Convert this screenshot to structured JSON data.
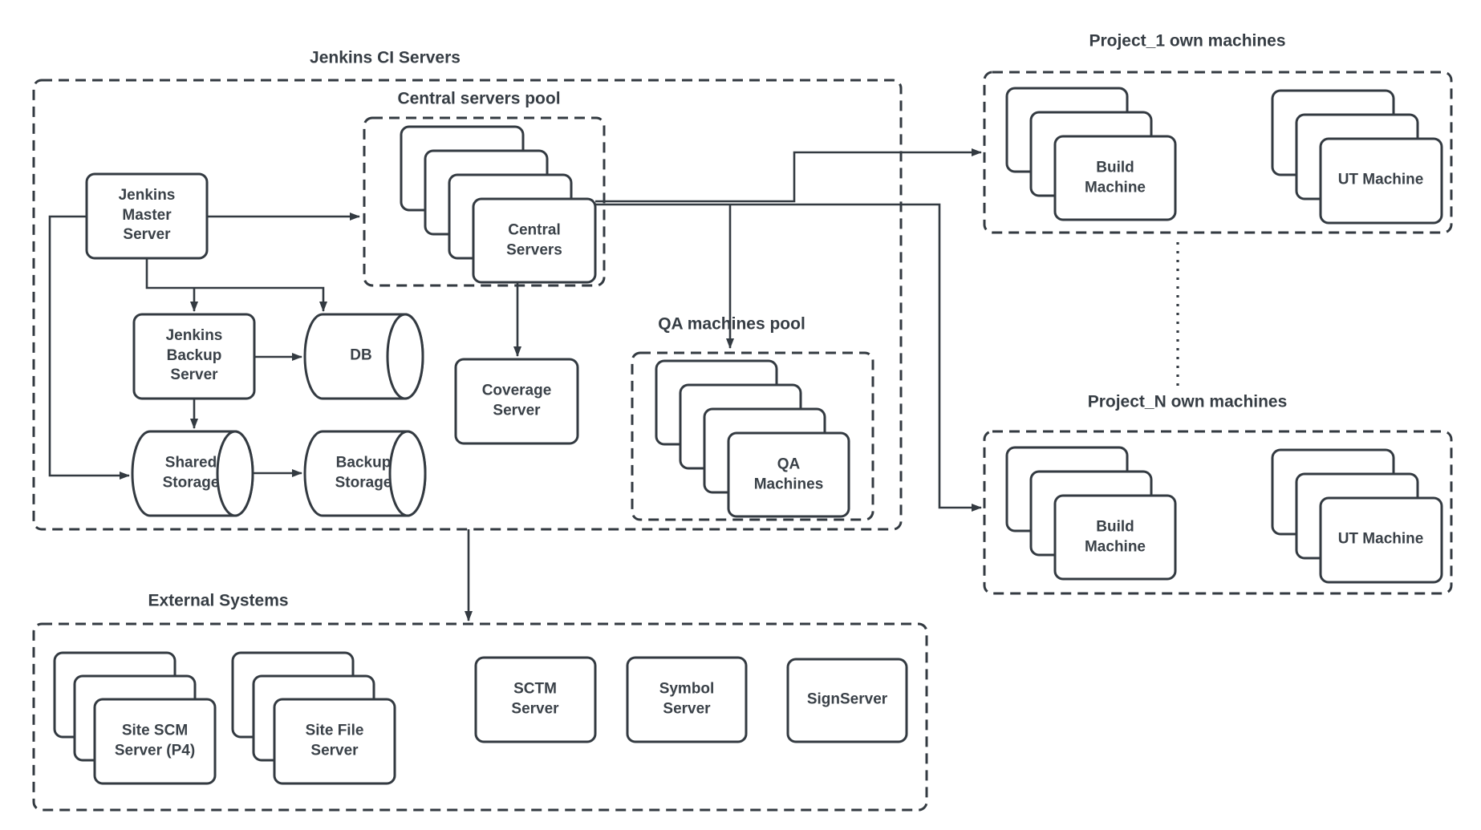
{
  "colors": {
    "stroke": "#333a41",
    "text": "#3a4148",
    "background": "#ffffff"
  },
  "groups": {
    "jenkins_ci": {
      "title": "Jenkins CI Servers"
    },
    "central_pool": {
      "title": "Central servers pool"
    },
    "qa_pool": {
      "title": "QA machines pool"
    },
    "project_1": {
      "title": "Project_1 own machines"
    },
    "project_n": {
      "title": "Project_N own machines"
    },
    "external": {
      "title": "External Systems"
    }
  },
  "nodes": {
    "jenkins_master": {
      "label": "Jenkins\nMaster\nServer"
    },
    "jenkins_backup": {
      "label": "Jenkins\nBackup\nServer"
    },
    "db": {
      "label": "DB"
    },
    "shared_storage": {
      "label": "Shared\nStorage"
    },
    "backup_storage": {
      "label": "Backup\nStorage"
    },
    "coverage_server": {
      "label": "Coverage\nServer"
    },
    "central_servers": {
      "label": "Central\nServers"
    },
    "qa_machines": {
      "label": "QA\nMachines"
    },
    "build_machine_p1": {
      "label": "Build\nMachine"
    },
    "ut_machine_p1": {
      "label": "UT Machine"
    },
    "build_machine_pn": {
      "label": "Build\nMachine"
    },
    "ut_machine_pn": {
      "label": "UT Machine"
    },
    "site_scm_server": {
      "label": "Site SCM\nServer (P4)"
    },
    "site_file_server": {
      "label": "Site File\nServer"
    },
    "sctm_server": {
      "label": "SCTM\nServer"
    },
    "symbol_server": {
      "label": "Symbol\nServer"
    },
    "sign_server": {
      "label": "SignServer"
    }
  }
}
